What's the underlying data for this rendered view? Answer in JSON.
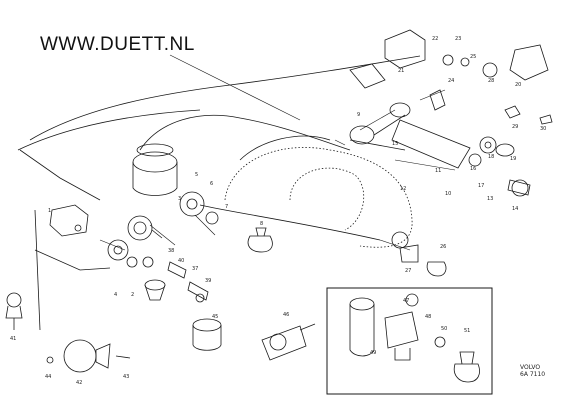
{
  "header": {
    "site_url": "WWW.DUETT.NL"
  },
  "footer": {
    "brand": "VOLVO",
    "code": "6A 7110"
  },
  "callouts": {
    "c1": "1",
    "c2": "2",
    "c3": "3",
    "c4": "4",
    "c5": "5",
    "c6": "6",
    "c7": "7",
    "c8": "8",
    "c9": "9",
    "c10": "10",
    "c11": "11",
    "c12": "12",
    "c13": "13",
    "c14": "14",
    "c15": "15",
    "c16": "16",
    "c17": "17",
    "c18": "18",
    "c19": "19",
    "c20": "20",
    "c21": "21",
    "c22": "22",
    "c23": "23",
    "c24": "24",
    "c25": "25",
    "c26": "26",
    "c27": "27",
    "c28": "28",
    "c29": "29",
    "c30": "30",
    "c37": "37",
    "c38": "38",
    "c39": "39",
    "c40": "40",
    "c41": "41",
    "c42": "42",
    "c43": "43",
    "c44": "44",
    "c45": "45",
    "c46": "46",
    "c47": "47",
    "c48": "48",
    "c49": "49",
    "c50": "50",
    "c51": "51"
  },
  "colors": {
    "ink": "#1a1a1a",
    "paper": "#ffffff"
  }
}
